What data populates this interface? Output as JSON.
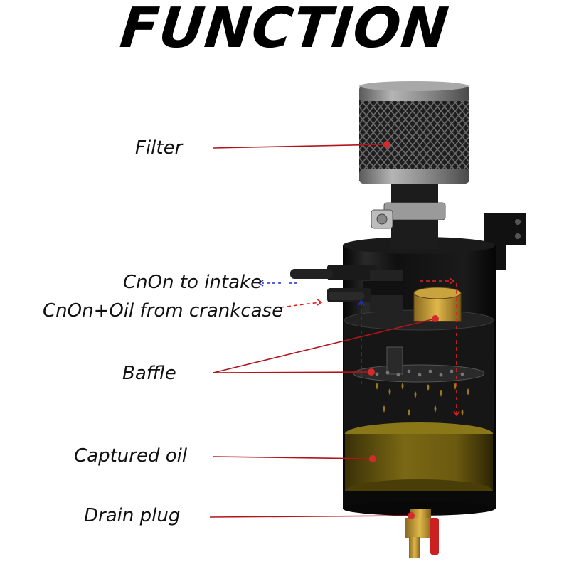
{
  "title": "FUNCTION",
  "labels": {
    "filter": "Filter",
    "to_intake": "CnOn to intake",
    "from_crankcase": "CnOn+Oil from crankcase",
    "baffle": "Baffle",
    "captured_oil": "Captured oil",
    "drain_plug": "Drain plug"
  },
  "colors": {
    "callout_line": "#b3141b",
    "callout_dot": "#d42a2a",
    "intake_arrow": "#1f2fd0",
    "flow_arrow": "#e02020",
    "oil": "#6b5a10",
    "can_body": "#0d0d0d",
    "filter_cap": "#8a8a8a"
  },
  "icons": [
    "filter-icon",
    "hose-clamp-icon",
    "catch-can-icon",
    "valve-icon"
  ]
}
